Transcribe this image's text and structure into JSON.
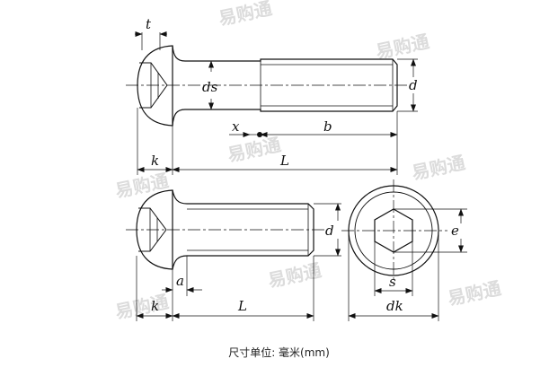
{
  "views": {
    "top": {
      "labels": {
        "t": "t",
        "ds": "ds",
        "d": "d",
        "x": "x",
        "b": "b",
        "k": "k",
        "L": "L"
      }
    },
    "bottom": {
      "labels": {
        "d": "d",
        "a": "a",
        "k": "k",
        "L": "L"
      }
    },
    "end": {
      "labels": {
        "e": "e",
        "s": "s",
        "dk": "dk"
      }
    }
  },
  "caption": "尺寸单位: 毫米(mm)",
  "watermark": "易购通"
}
